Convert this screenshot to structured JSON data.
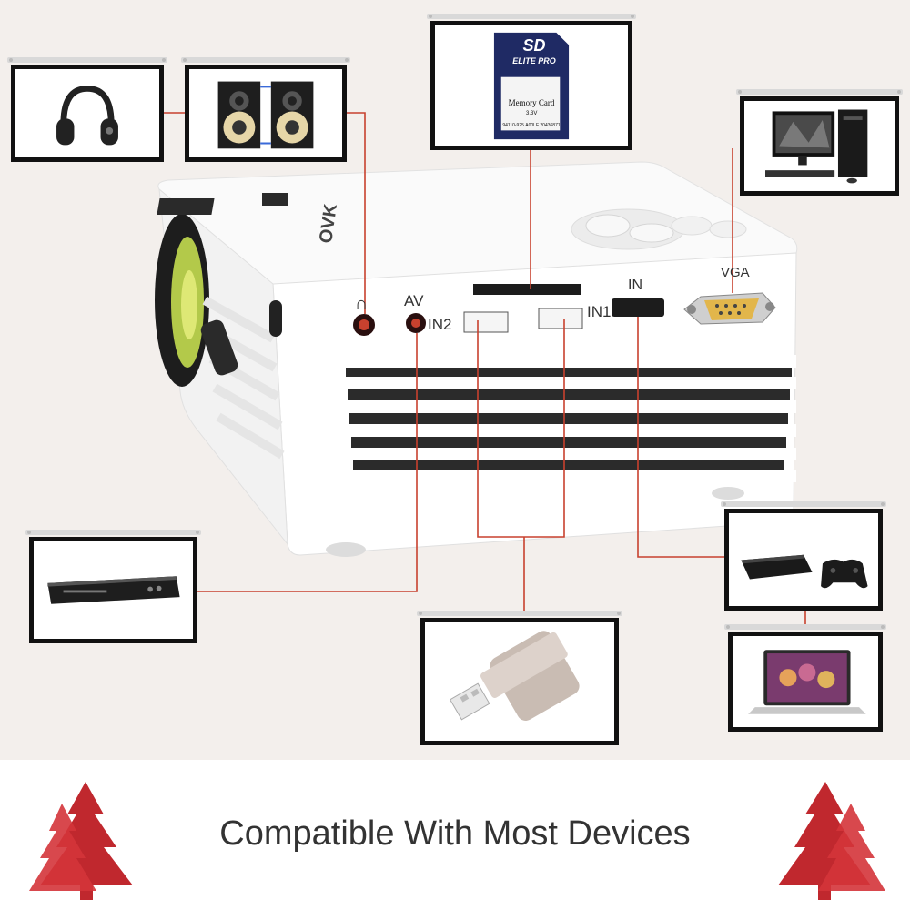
{
  "headline": "Compatible With Most Devices",
  "ports": {
    "headphone": "∩",
    "av": "AV",
    "in2": "IN2",
    "in1": "IN1",
    "hdmi": "IN",
    "vga": "VGA"
  },
  "sd_card": {
    "brand": "SD",
    "series": "ELITE PRO",
    "label": "Memory Card",
    "voltage": "3.3V",
    "serial": "94110-925.A00LF 20436871"
  },
  "projector_logo": "OVK",
  "devices": [
    "headphones",
    "speakers",
    "sd-card",
    "desktop-pc",
    "dvd-player",
    "game-console",
    "usb-flash-drive",
    "laptop"
  ],
  "colors": {
    "connector_line": "#c8412e",
    "tree": "#c0282e",
    "screen_frame": "#111111"
  }
}
